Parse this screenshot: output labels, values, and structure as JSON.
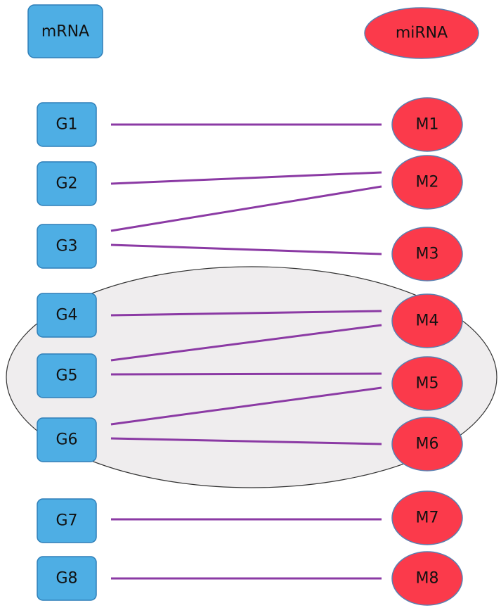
{
  "legend": {
    "mrna_label": "mRNA",
    "mirna_label": "miRNA"
  },
  "genes": [
    {
      "id": "G1",
      "label": "G1"
    },
    {
      "id": "G2",
      "label": "G2"
    },
    {
      "id": "G3",
      "label": "G3"
    },
    {
      "id": "G4",
      "label": "G4"
    },
    {
      "id": "G5",
      "label": "G5"
    },
    {
      "id": "G6",
      "label": "G6"
    },
    {
      "id": "G7",
      "label": "G7"
    },
    {
      "id": "G8",
      "label": "G8"
    }
  ],
  "mirnas": [
    {
      "id": "M1",
      "label": "M1"
    },
    {
      "id": "M2",
      "label": "M2"
    },
    {
      "id": "M3",
      "label": "M3"
    },
    {
      "id": "M4",
      "label": "M4"
    },
    {
      "id": "M5",
      "label": "M5"
    },
    {
      "id": "M6",
      "label": "M6"
    },
    {
      "id": "M7",
      "label": "M7"
    },
    {
      "id": "M8",
      "label": "M8"
    }
  ],
  "edges": [
    {
      "gene": "G1",
      "mirna": "M1"
    },
    {
      "gene": "G2",
      "mirna": "M2"
    },
    {
      "gene": "G3",
      "mirna": "M2"
    },
    {
      "gene": "G3",
      "mirna": "M3"
    },
    {
      "gene": "G4",
      "mirna": "M4"
    },
    {
      "gene": "G5",
      "mirna": "M4"
    },
    {
      "gene": "G5",
      "mirna": "M5"
    },
    {
      "gene": "G6",
      "mirna": "M5"
    },
    {
      "gene": "G6",
      "mirna": "M6"
    },
    {
      "gene": "G7",
      "mirna": "M7"
    },
    {
      "gene": "G8",
      "mirna": "M8"
    }
  ],
  "module": {
    "members": [
      "G4",
      "G5",
      "G6",
      "M4",
      "M5",
      "M6"
    ]
  },
  "colors": {
    "gene_fill": "#4eaee4",
    "gene_stroke": "#2f7fb8",
    "mirna_fill": "#fb3a4b",
    "mirna_stroke": "#5a7fb0",
    "edge": "#8b3aa4",
    "module_fill": "#efedee",
    "module_stroke": "#333333"
  }
}
